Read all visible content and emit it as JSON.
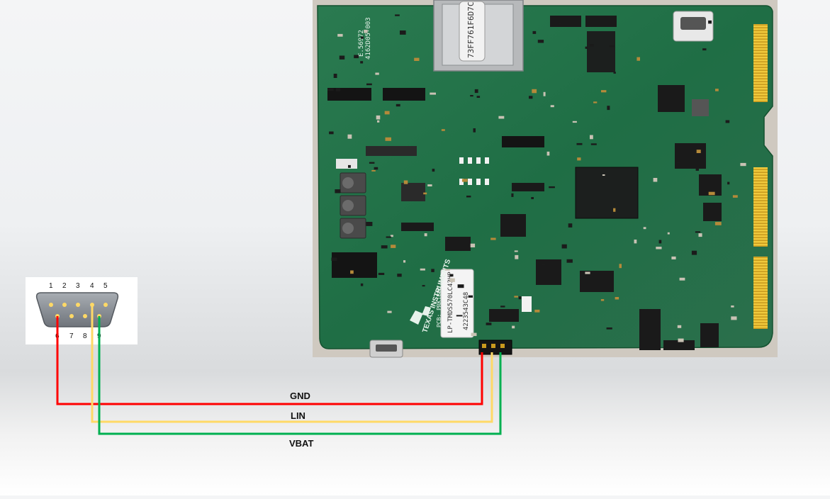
{
  "connector": {
    "top_pins": [
      "1",
      "2",
      "3",
      "4",
      "5"
    ],
    "bottom_pins": [
      "6",
      "7",
      "8",
      "9"
    ]
  },
  "wires": [
    {
      "label": "GND",
      "color": "#ff0000"
    },
    {
      "label": "LIN",
      "color": "#ffd966"
    },
    {
      "label": "VBAT",
      "color": "#00b050"
    }
  ],
  "board": {
    "vendor_logo_text": "TEXAS INSTRUMENTS",
    "serial_sticker": "73FF761F6D7C",
    "silkscreen": [
      "E.56972",
      "4162D05-003",
      "PCB: PRK1B8D",
      "LP-TMDS570LC43HP",
      "4223543C48"
    ]
  },
  "colors": {
    "pcb": "#1f6e45",
    "gold_fingers": "#e0b52a",
    "connector_bg": "#ffffff",
    "db9_shell": "#8a8f96"
  }
}
